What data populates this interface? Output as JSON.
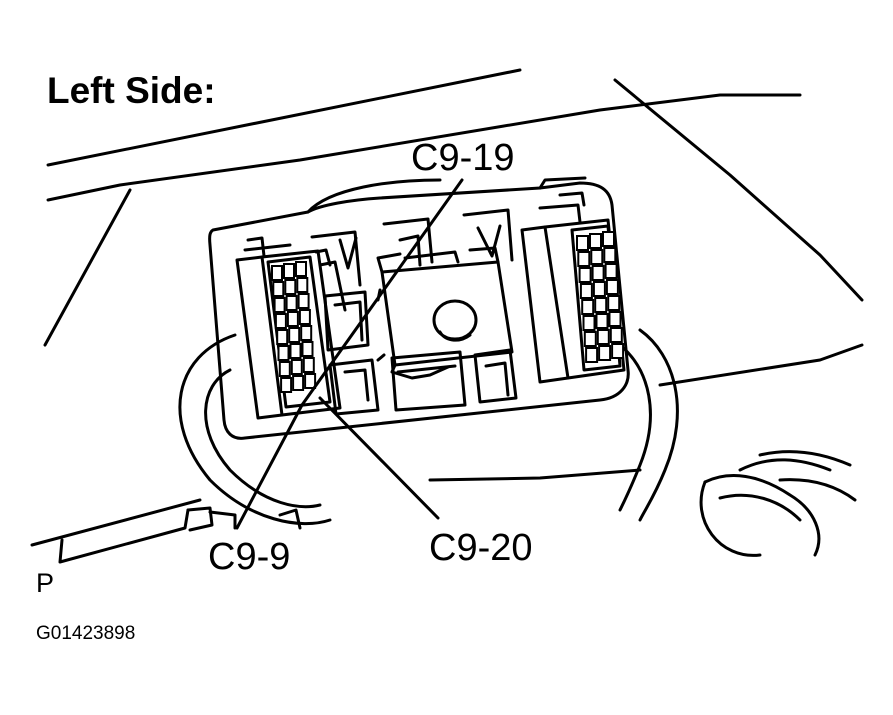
{
  "title": "Left Side:",
  "callouts": {
    "c9_19": "C9-19",
    "c9_9": "C9-9",
    "c9_20": "C9-20"
  },
  "view_marker": "P",
  "figure_id": "G01423898",
  "colors": {
    "ink": "#000000",
    "paper": "#ffffff"
  }
}
